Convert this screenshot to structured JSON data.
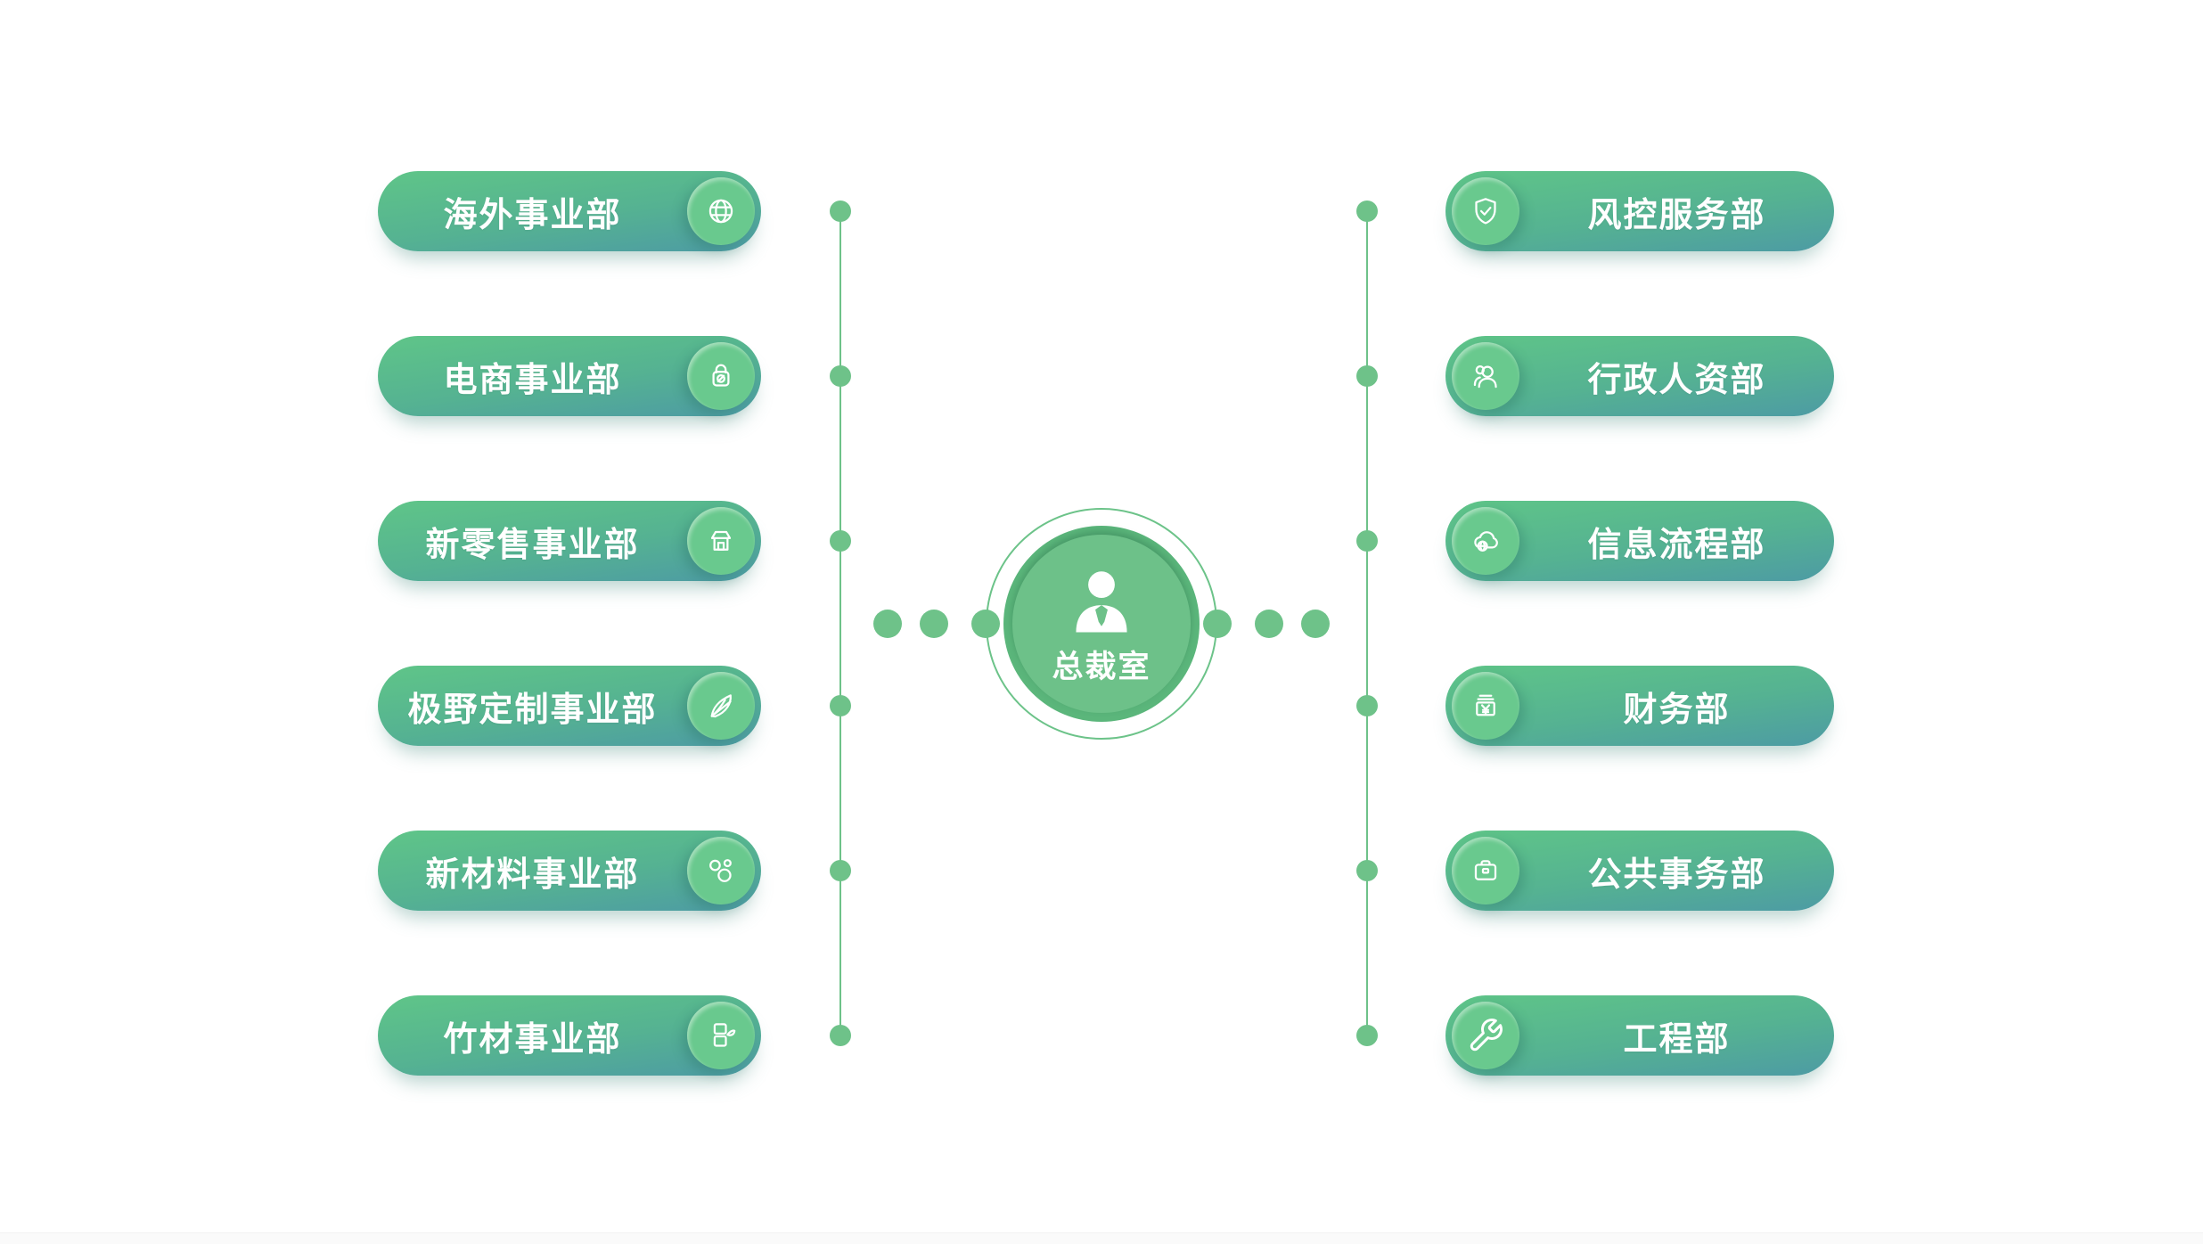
{
  "page": {
    "background": "#ffffff",
    "type": "organization-chart"
  },
  "palette": {
    "pill_gradient_top": "#5fc588",
    "pill_gradient_bottom": "#4d9ba4",
    "icon_circle": "#69c98e",
    "connector": "#6ec289",
    "center_disc_outer": "#5bb67b",
    "center_disc_inner": "#6dc189",
    "text": "#ffffff"
  },
  "center": {
    "label": "总裁室",
    "icon": "person-icon"
  },
  "left_column": {
    "items": [
      {
        "label": "海外事业部",
        "icon": "globe-icon"
      },
      {
        "label": "电商事业部",
        "icon": "shopping-bag-icon"
      },
      {
        "label": "新零售事业部",
        "icon": "storefront-icon"
      },
      {
        "label": "极野定制事业部",
        "icon": "bamboo-shoot-icon"
      },
      {
        "label": "新材料事业部",
        "icon": "molecules-icon"
      },
      {
        "label": "竹材事业部",
        "icon": "bamboo-stalk-icon"
      }
    ]
  },
  "right_column": {
    "items": [
      {
        "label": "风控服务部",
        "icon": "shield-check-icon"
      },
      {
        "label": "行政人资部",
        "icon": "users-icon"
      },
      {
        "label": "信息流程部",
        "icon": "cloud-globe-icon"
      },
      {
        "label": "财务部",
        "icon": "banknote-icon"
      },
      {
        "label": "公共事务部",
        "icon": "briefcase-icon"
      },
      {
        "label": "工程部",
        "icon": "wrench-icon"
      }
    ]
  }
}
